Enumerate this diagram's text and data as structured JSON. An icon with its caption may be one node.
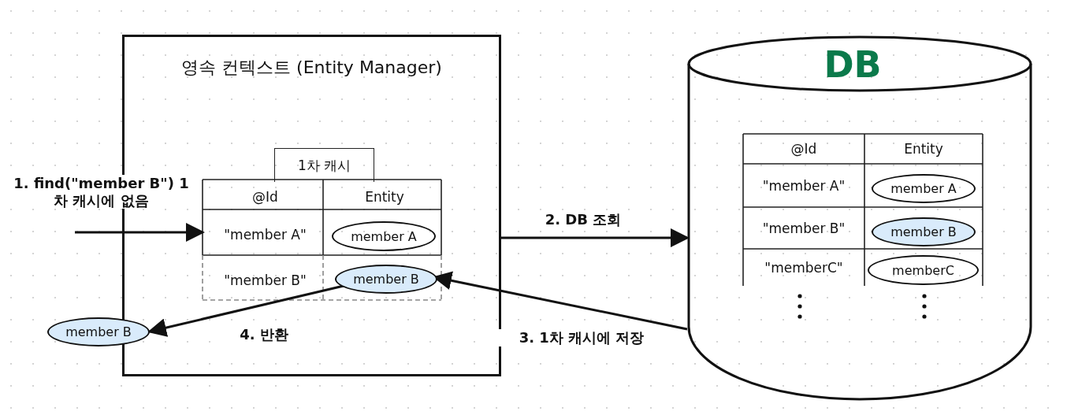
{
  "diagram": {
    "nodes": [
      {
        "text": [
          "영속 컨텍스트 (Entity Manager)"
        ]
      },
      {
        "text": [
          "1차 캐시"
        ],
        "in": 0
      },
      {
        "text": [
          "@Id"
        ],
        "in": 0
      },
      {
        "text": [
          "Entity"
        ],
        "in": 0
      },
      {
        "text": [
          "\"member A\""
        ],
        "in": 0
      },
      {
        "text": [
          "member A"
        ],
        "in": 0
      },
      {
        "text": [
          "\"member B\""
        ],
        "in": 0
      },
      {
        "text": [
          "member B"
        ],
        "in": 0
      },
      {
        "text": [
          "member B"
        ]
      },
      {
        "text": [
          "DB"
        ]
      },
      {
        "text": [
          "@Id"
        ],
        "in": 9
      },
      {
        "text": [
          "Entity"
        ],
        "in": 9
      },
      {
        "text": [
          "\"member A\""
        ],
        "in": 9
      },
      {
        "text": [
          "member A"
        ],
        "in": 9
      },
      {
        "text": [
          "\"member B\""
        ],
        "in": 9
      },
      {
        "text": [
          "member B"
        ],
        "in": 9
      },
      {
        "text": [
          "\"memberC\""
        ],
        "in": 9
      },
      {
        "text": [
          "memberC"
        ],
        "in": 9
      }
    ],
    "edges": [
      {
        "from": null,
        "to": 4,
        "arrow": "to",
        "label": "1. find(\"member B\") 1차 캐시에 없음"
      },
      {
        "from": 0,
        "to": 9,
        "arrow": "to",
        "label": "2. DB 조회"
      },
      {
        "from": 9,
        "to": 7,
        "arrow": "to",
        "label": "3. 1차 캐시에 저장"
      },
      {
        "from": 7,
        "to": 8,
        "arrow": "to",
        "label": "4. 반환"
      }
    ]
  }
}
